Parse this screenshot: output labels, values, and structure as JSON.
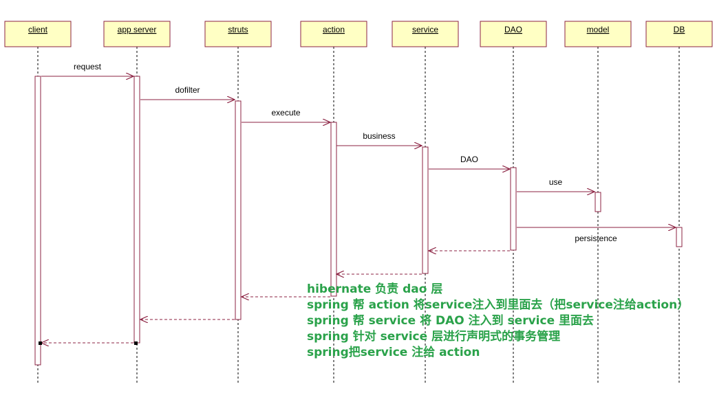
{
  "colors": {
    "header_fill": "#ffffc4",
    "header_stroke": "#8b2242",
    "line": "#8b2242",
    "note": "#2aa24a"
  },
  "participants": [
    {
      "id": "client",
      "label": "client"
    },
    {
      "id": "appserver",
      "label": "app server"
    },
    {
      "id": "struts",
      "label": "struts"
    },
    {
      "id": "action",
      "label": "action"
    },
    {
      "id": "service",
      "label": "service"
    },
    {
      "id": "dao",
      "label": "DAO"
    },
    {
      "id": "model",
      "label": "model"
    },
    {
      "id": "db",
      "label": "DB"
    }
  ],
  "messages": [
    {
      "id": "request",
      "from": "client",
      "to": "appserver",
      "label": "request",
      "type": "call"
    },
    {
      "id": "dofilter",
      "from": "appserver",
      "to": "struts",
      "label": "dofilter",
      "type": "call"
    },
    {
      "id": "execute",
      "from": "struts",
      "to": "action",
      "label": "execute",
      "type": "call"
    },
    {
      "id": "business",
      "from": "action",
      "to": "service",
      "label": "business",
      "type": "call"
    },
    {
      "id": "dao",
      "from": "service",
      "to": "dao",
      "label": "DAO",
      "type": "call"
    },
    {
      "id": "use",
      "from": "dao",
      "to": "model",
      "label": "use",
      "type": "call"
    },
    {
      "id": "persistence",
      "from": "dao",
      "to": "db",
      "label": "persistence",
      "type": "call"
    },
    {
      "id": "ret-dao",
      "from": "dao",
      "to": "service",
      "label": "",
      "type": "return"
    },
    {
      "id": "ret-service",
      "from": "service",
      "to": "action",
      "label": "",
      "type": "return"
    },
    {
      "id": "ret-action",
      "from": "action",
      "to": "struts",
      "label": "",
      "type": "return"
    },
    {
      "id": "ret-struts",
      "from": "struts",
      "to": "appserver",
      "label": "",
      "type": "return"
    },
    {
      "id": "ret-appserver",
      "from": "appserver",
      "to": "client",
      "label": "",
      "type": "return"
    }
  ],
  "notes": [
    "hibernate 负责 dao 层",
    "spring 帮 action 将service注入到里面去（把service注给action）",
    "spring 帮 service 将 DAO 注入到 service 里面去",
    "spring 针对 service 层进行声明式的事务管理",
    "spring把service 注给 action"
  ]
}
